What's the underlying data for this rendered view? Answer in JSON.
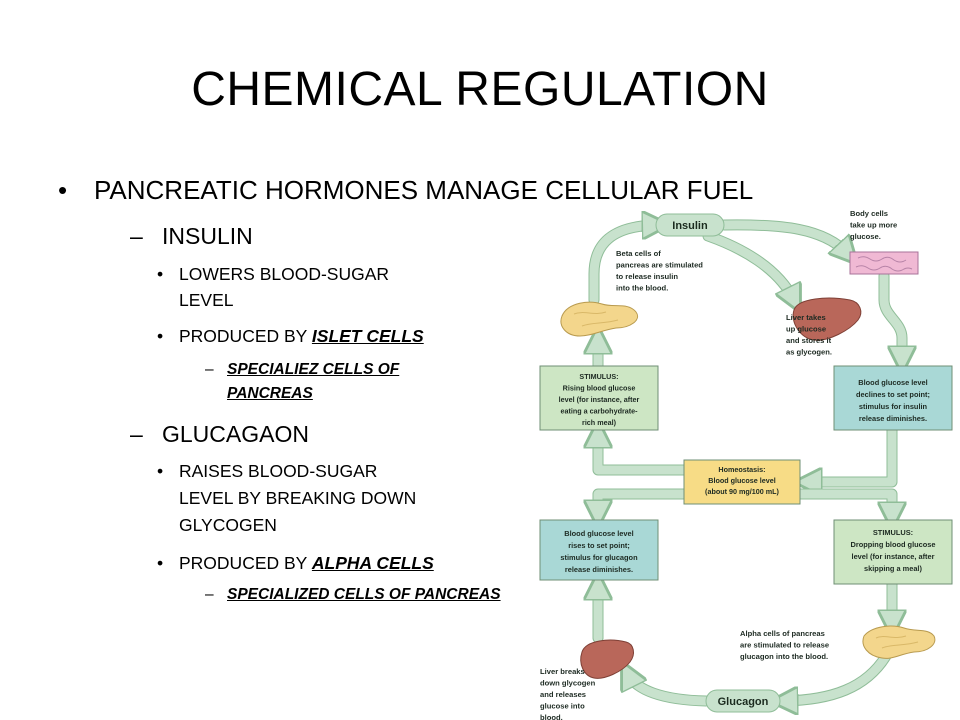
{
  "title": "CHEMICAL REGULATION",
  "outline": {
    "l1": "PANCREATIC HORMONES MANAGE CELLULAR FUEL",
    "insulin": "INSULIN",
    "insulin_b1_line1": "LOWERS BLOOD-SUGAR",
    "insulin_b1_line2": "LEVEL",
    "insulin_b2_prefix": "PRODUCED BY ",
    "insulin_b2_link": "ISLET CELLS",
    "insulin_sub_line1": "SPECIALIEZ CELLS OF",
    "insulin_sub_line2": "PANCREAS",
    "glucagon": "GLUCAGAON",
    "glucagon_b1_line1": "RAISES BLOOD-SUGAR",
    "glucagon_b1_line2": "LEVEL BY BREAKING DOWN",
    "glucagon_b1_line3": "GLYCOGEN",
    "glucagon_b2_prefix": "PRODUCED BY ",
    "glucagon_b2_link": "ALPHA CELLS",
    "glucagon_sub": "SPECIALIZED CELLS OF PANCREAS"
  },
  "diagram": {
    "insulin_label": "Insulin",
    "glucagon_label": "Glucagon",
    "beta_cells": [
      "Beta cells of",
      "pancreas are stimulated",
      "to release insulin",
      "into the blood."
    ],
    "body_cells": [
      "Body cells",
      "take up more",
      "glucose."
    ],
    "liver_takes": [
      "Liver takes",
      "up glucose",
      "and stores it",
      "as glycogen."
    ],
    "stimulus_rising": [
      "STIMULUS:",
      "Rising blood glucose",
      "level (for instance, after",
      "eating a carbohydrate-",
      "rich meal)"
    ],
    "declines": [
      "Blood glucose level",
      "declines to set point;",
      "stimulus for insulin",
      "release diminishes."
    ],
    "homeostasis": [
      "Homeostasis:",
      "Blood glucose level",
      "(about 90 mg/100 mL)"
    ],
    "rises": [
      "Blood glucose level",
      "rises to set point;",
      "stimulus for glucagon",
      "release diminishes."
    ],
    "stimulus_dropping": [
      "STIMULUS:",
      "Dropping blood glucose",
      "level (for instance, after",
      "skipping a meal)"
    ],
    "alpha_cells": [
      "Alpha cells of pancreas",
      "are stimulated to release",
      "glucagon into the blood."
    ],
    "liver_breaks": [
      "Liver breaks",
      "down glycogen",
      "and releases",
      "glucose into",
      "blood."
    ],
    "colors": {
      "arrow": "#c8e2cd",
      "arrow_edge": "#8fbd98",
      "green_box": "#cde6c4",
      "teal_box": "#a9d8d6",
      "yellow_box": "#f7dc86",
      "box_edge": "#6f8f75",
      "pancreas": "#f3d68c",
      "liver": "#b9675a",
      "body_cells": "#f0b9d4"
    }
  }
}
